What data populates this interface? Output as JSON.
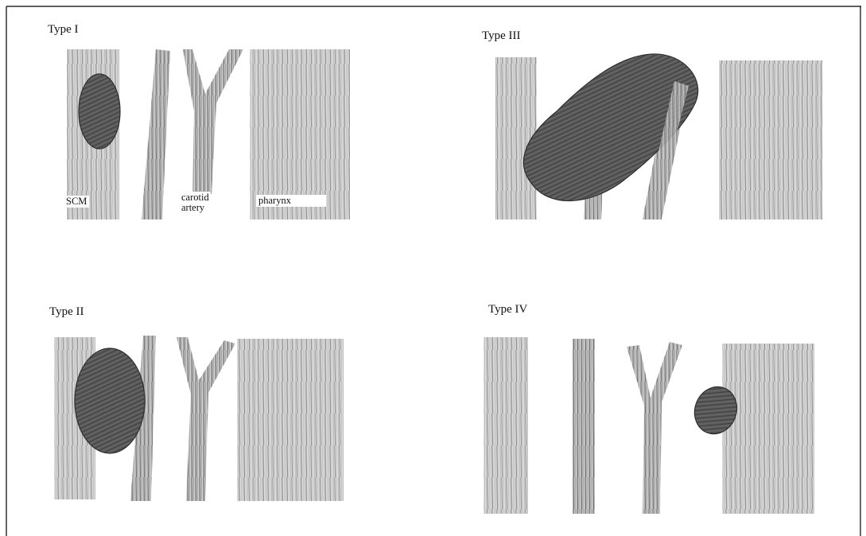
{
  "panels": [
    {
      "title": "Type I"
    },
    {
      "title": "Type III"
    },
    {
      "title": "Type II"
    },
    {
      "title": "Type IV"
    }
  ],
  "labels": {
    "scm": "SCM",
    "carotid": "carotid\nartery",
    "pharynx": "pharynx"
  },
  "colors": {
    "pencil": "#7d7d7d",
    "pencil_light": "#b9b9b9",
    "pencil_dark": "#4a4a4a",
    "mass_fill": "#545454",
    "mass_stroke": "#2e2e2e",
    "frame": "#000000"
  }
}
